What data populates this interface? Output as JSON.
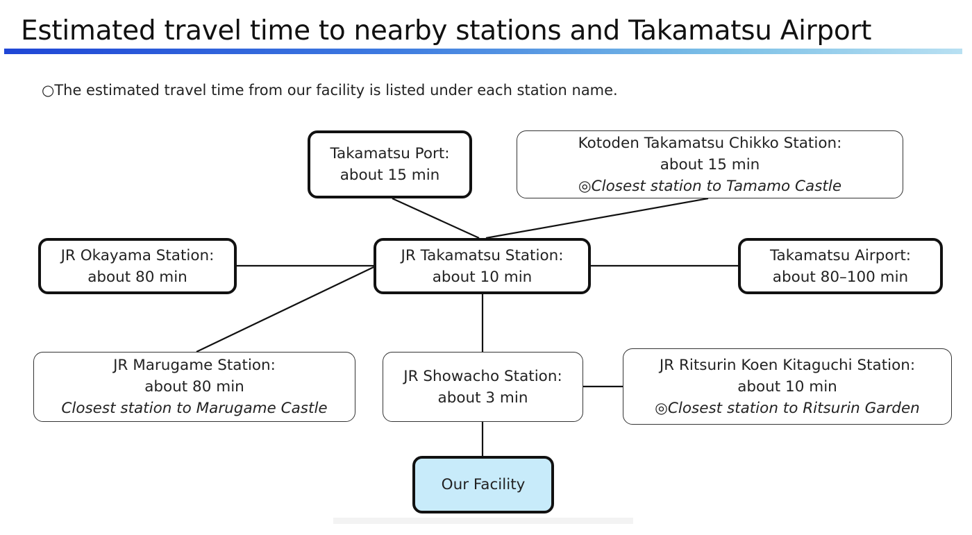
{
  "title": "Estimated travel time to nearby stations and Takamatsu Airport",
  "note": "○The estimated travel time from our facility is listed under each station name.",
  "nodes": {
    "port": {
      "name": "Takamatsu Port:",
      "time": "about 15 min"
    },
    "kotoden": {
      "name": "Kotoden Takamatsu Chikko Station:",
      "time": "about 15 min",
      "remark": "◎Closest station to Tamamo Castle"
    },
    "okayama": {
      "name": "JR Okayama Station:",
      "time": "about 80 min"
    },
    "takamatsu": {
      "name": "JR Takamatsu Station:",
      "time": "about 10 min"
    },
    "airport": {
      "name": "Takamatsu Airport:",
      "time": "about 80–100 min"
    },
    "marugame": {
      "name": "JR Marugame Station:",
      "time": "about 80 min",
      "remark": "Closest station to Marugame Castle"
    },
    "showacho": {
      "name": "JR Showacho Station:",
      "time": "about 3 min"
    },
    "ritsurin": {
      "name": "JR Ritsurin Koen Kitaguchi Station:",
      "time": "about 10 min",
      "remark": "◎Closest station to Ritsurin Garden"
    },
    "facility": {
      "name": "Our Facility"
    }
  },
  "colors": {
    "facility_fill": "#c8ebfa"
  }
}
